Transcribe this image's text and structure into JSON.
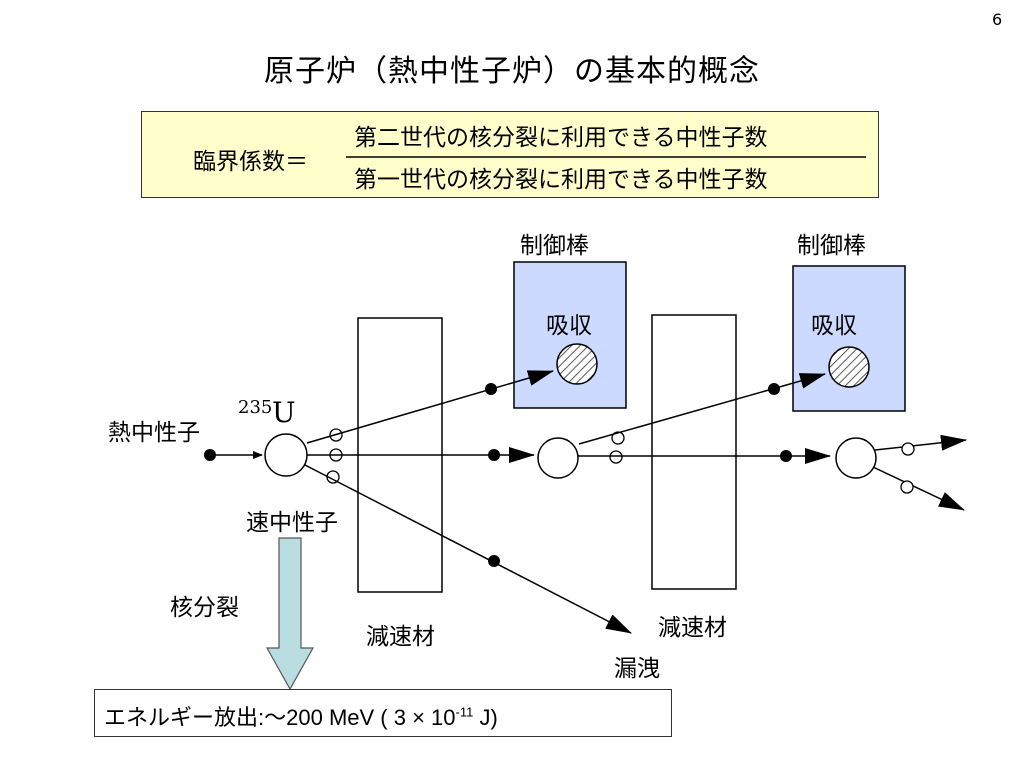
{
  "page_number": "6",
  "title": "原子炉（熱中性子炉）の基本的概念",
  "formula": {
    "label": "臨界係数＝",
    "numerator": "第二世代の核分裂に利用できる中性子数",
    "denominator": "第一世代の核分裂に利用できる中性子数"
  },
  "diagram": {
    "thermal_neutron": "熱中性子",
    "uranium_mass": "235",
    "uranium_symbol": "U",
    "fast_neutron": "速中性子",
    "fission": "核分裂",
    "moderator_1": "減速材",
    "moderator_2": "減速材",
    "control_rod_1": "制御棒",
    "control_rod_2": "制御棒",
    "absorption_1": "吸収",
    "absorption_2": "吸収",
    "leakage": "漏洩"
  },
  "energy_release": {
    "label": "エネルギー放出",
    "colon": ":",
    "value_prefix": "～200 MeV ( 3 × 10",
    "exponent": "-11",
    "value_suffix": " J)"
  },
  "colors": {
    "formula_bg": "#ffffcc",
    "control_rod_fill": "#ccdaff",
    "arrow_fill": "#b9dde0"
  }
}
